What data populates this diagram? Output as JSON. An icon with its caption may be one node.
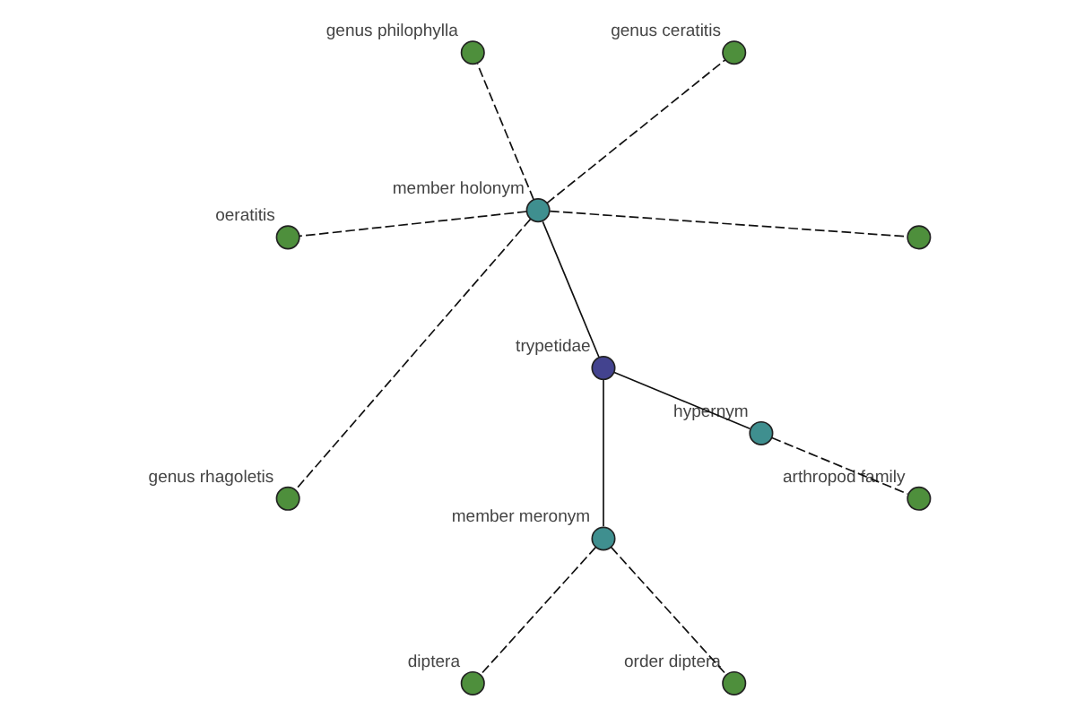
{
  "diagram": {
    "nodes": [
      {
        "text": [],
        "shape": "circle"
      },
      {
        "text": [],
        "shape": "circle",
        "beside": [
          "genus ceratitis"
        ]
      },
      {
        "text": [],
        "shape": "circle",
        "beside": [
          "genus philophylla"
        ]
      },
      {
        "text": [],
        "shape": "circle",
        "beside": [
          "member holonym"
        ]
      },
      {
        "text": [],
        "shape": "circle",
        "beside": [
          "oeratitis"
        ]
      },
      {
        "text": [],
        "shape": "circle",
        "beside": [
          "genus rhagoletis"
        ]
      },
      {
        "text": [],
        "shape": "circle",
        "beside": [
          "diptera"
        ]
      },
      {
        "text": [],
        "shape": "circle",
        "beside": [
          "trypetidae"
        ]
      },
      {
        "text": [],
        "shape": "circle",
        "beside": [
          "member meronym"
        ]
      },
      {
        "text": [],
        "shape": "circle",
        "beside": [
          "order diptera"
        ]
      },
      {
        "text": [],
        "shape": "circle",
        "beside": [
          "hypernym"
        ]
      },
      {
        "text": [],
        "shape": "circle",
        "beside": [
          "arthropod family"
        ]
      }
    ],
    "edges": [
      {
        "from": 7,
        "to": 3,
        "arrow": "none"
      },
      {
        "from": 7,
        "to": 8,
        "arrow": "none"
      },
      {
        "from": 7,
        "to": 10,
        "arrow": "none"
      },
      {
        "from": 3,
        "to": 0,
        "arrow": "none",
        "style": "dashed"
      },
      {
        "from": 3,
        "to": 1,
        "arrow": "none",
        "style": "dashed"
      },
      {
        "from": 3,
        "to": 2,
        "arrow": "none",
        "style": "dashed"
      },
      {
        "from": 3,
        "to": 4,
        "arrow": "none",
        "style": "dashed"
      },
      {
        "from": 3,
        "to": 5,
        "arrow": "none",
        "style": "dashed"
      },
      {
        "from": 8,
        "to": 6,
        "arrow": "none",
        "style": "dashed"
      },
      {
        "from": 8,
        "to": 9,
        "arrow": "none",
        "style": "dashed"
      },
      {
        "from": 10,
        "to": 11,
        "arrow": "none",
        "style": "dashed"
      }
    ]
  }
}
